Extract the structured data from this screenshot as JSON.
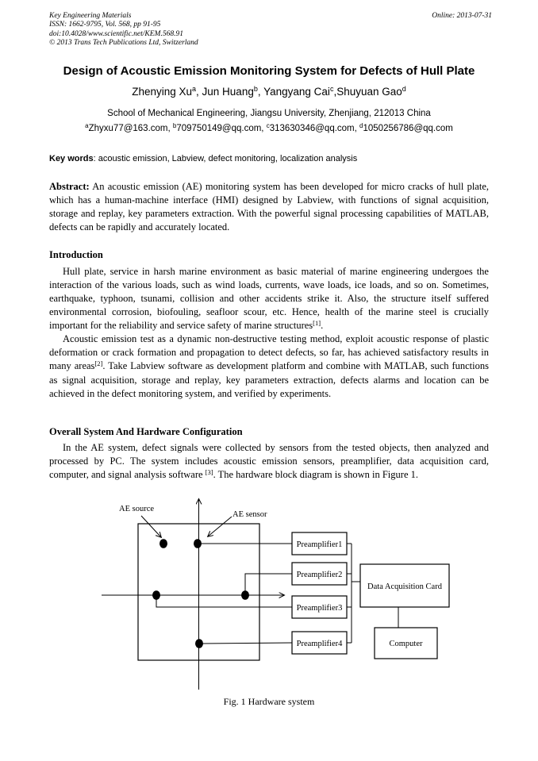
{
  "header": {
    "journal": "Key Engineering Materials",
    "issn_line": "ISSN: 1662-9795, Vol. 568, pp 91-95",
    "doi_line": "doi:10.4028/www.scientific.net/KEM.568.91",
    "copyright_line": "© 2013 Trans Tech Publications Ltd, Switzerland",
    "online_date": "Online: 2013-07-31"
  },
  "title": "Design of Acoustic Emission Monitoring System for Defects of Hull Plate",
  "authors": {
    "name1": "Zhenying Xu",
    "sup1": "a",
    "name2": ", Jun Huang",
    "sup2": "b",
    "name3": ", Yangyang Cai",
    "sup3": "c",
    "name4": ",Shuyuan Gao",
    "sup4": "d"
  },
  "affiliation": "School of Mechanical Engineering, Jiangsu University, Zhenjiang, 212013 China",
  "emails": {
    "sup1": "a",
    "email1": "Zhyxu77@163.com, ",
    "sup2": "b",
    "email2": "709750149@qq.com, ",
    "sup3": "c",
    "email3": "313630346@qq.com, ",
    "sup4": "d",
    "email4": "1050256786@qq.com"
  },
  "keywords": {
    "label": "Key words",
    "text": ": acoustic emission, Labview, defect monitoring, localization analysis"
  },
  "abstract": {
    "label": "Abstract:",
    "text": " An acoustic emission (AE) monitoring system has been developed for micro cracks of hull plate, which has a human-machine interface (HMI) designed by Labview, with functions of signal acquisition, storage and replay, key parameters extraction. With the powerful signal processing capabilities of MATLAB, defects can be rapidly and accurately located."
  },
  "intro": {
    "heading": "Introduction",
    "p1_pre": "Hull plate, service in harsh marine environment as basic material of marine engineering undergoes the interaction of the various loads, such as wind loads, currents, wave loads, ice loads, and so on. Sometimes, earthquake, typhoon, tsunami, collision and other accidents strike it. Also, the structure itself suffered environmental corrosion, biofouling, seafloor scour, etc. Hence, health of the marine steel is crucially important for the reliability and service safety of marine structures",
    "p1_sup": "[1]",
    "p1_post": ".",
    "p2_pre": "Acoustic emission test as a dynamic non-destructive testing method, exploit acoustic response of plastic deformation or crack formation and propagation to detect defects, so far, has achieved satisfactory results in many areas",
    "p2_sup": "[2]",
    "p2_post": ". Take Labview software as development platform and combine with MATLAB, such functions as signal acquisition, storage and replay, key parameters extraction, defects alarms and location can be achieved in the defect monitoring system, and verified by experiments."
  },
  "section2": {
    "heading": "Overall System And Hardware Configuration",
    "p1_pre": "In the AE system, defect signals were collected by sensors from the tested objects, then analyzed and processed by PC. The system includes acoustic emission sensors, preamplifier, data acquisition card, computer, and signal analysis software ",
    "p1_sup": "[3]",
    "p1_post": ". The hardware block diagram is shown in Figure 1."
  },
  "figure": {
    "label_ae_source": "AE source",
    "label_ae_sensor": "AE sensor",
    "preamp1": "Preamplifier1",
    "preamp2": "Preamplifier2",
    "preamp3": "Preamplifier3",
    "preamp4": "Preamplifier4",
    "daq": "Data Acquisition Card",
    "computer": "Computer",
    "caption": "Fig. 1 Hardware system"
  },
  "colors": {
    "text": "#000000",
    "page_bg": "#ffffff",
    "line": "#000000"
  }
}
